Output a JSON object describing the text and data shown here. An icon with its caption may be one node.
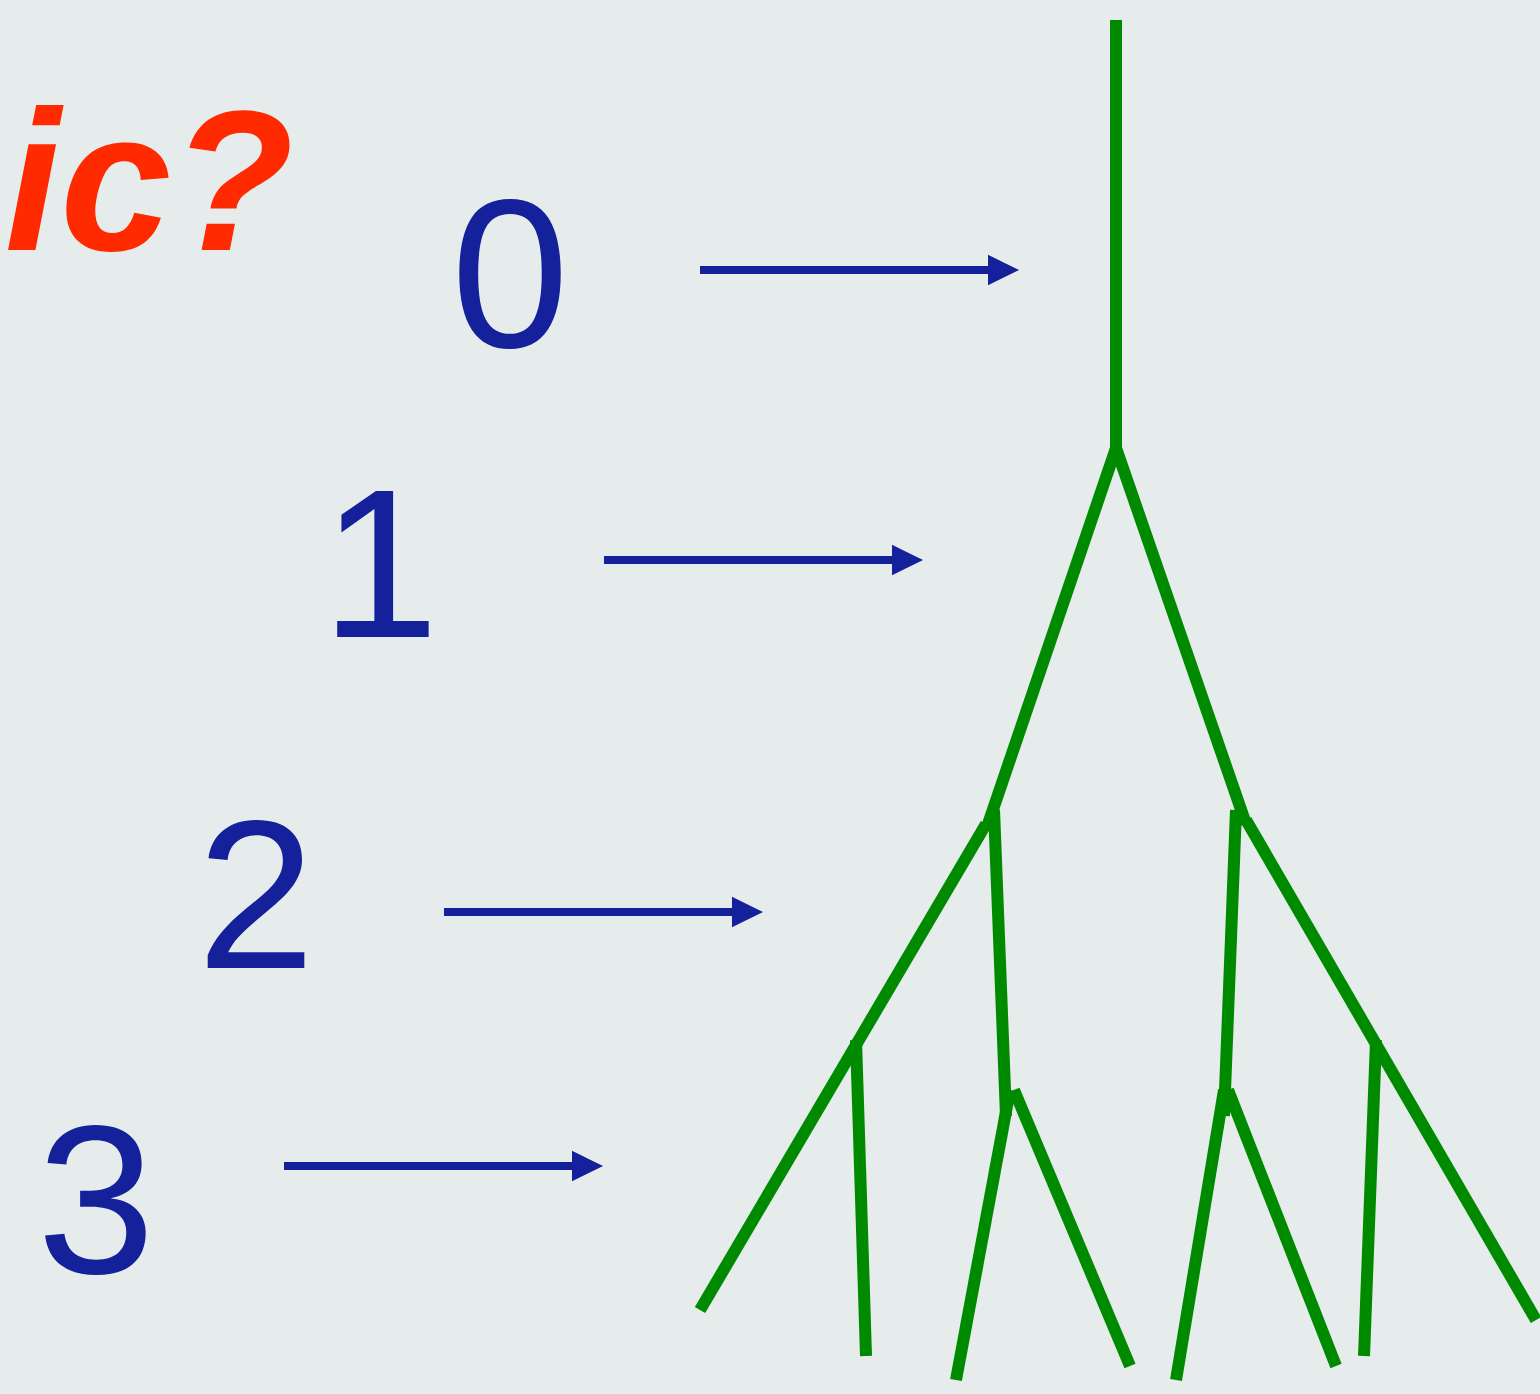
{
  "diagram": {
    "labels": [
      "ic?",
      "0",
      "1",
      "2",
      "3"
    ]
  }
}
